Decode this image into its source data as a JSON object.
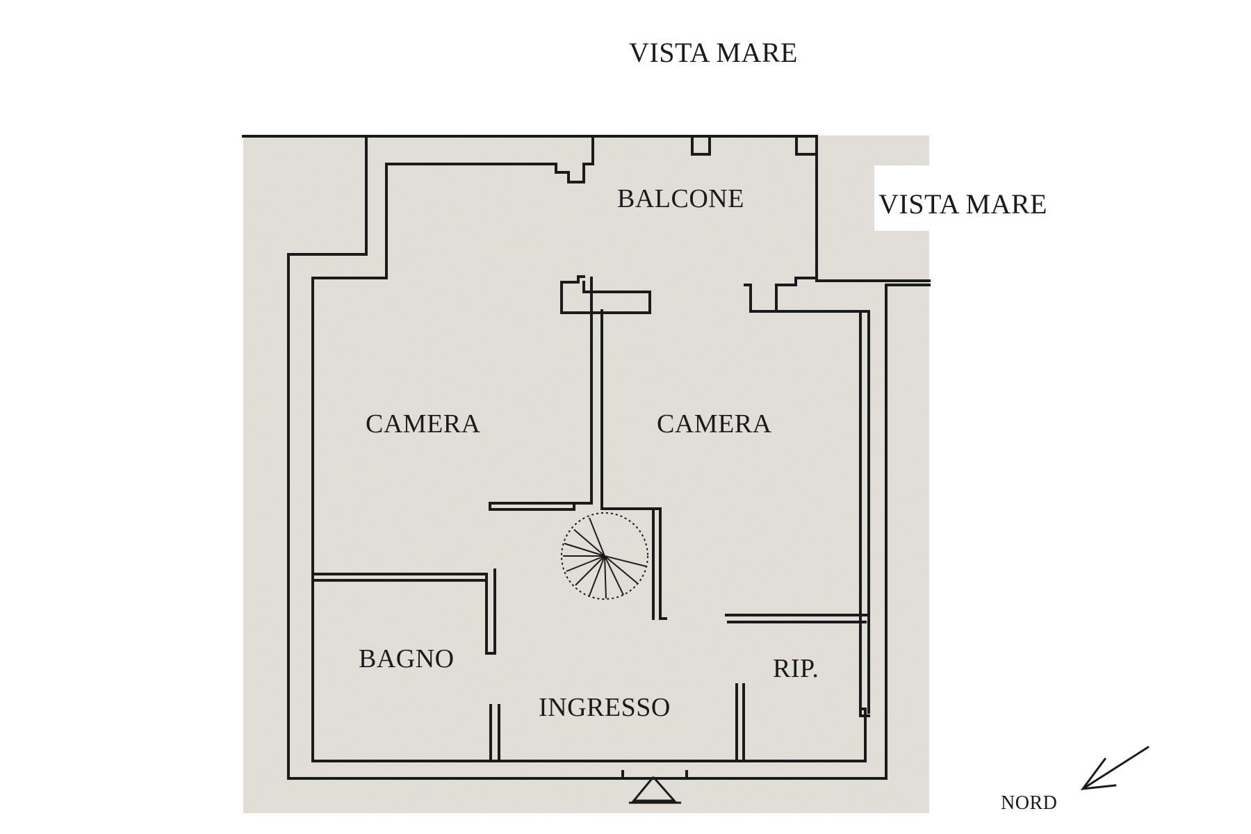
{
  "labels": {
    "view_top": "VISTA MARE",
    "view_right": "VISTA MARE",
    "north": "NORD"
  },
  "rooms": {
    "balcone": "BALCONE",
    "camera_left": "CAMERA",
    "camera_right": "CAMERA",
    "bagno": "BAGNO",
    "ingresso": "INGRESSO",
    "ripostiglio": "RIP."
  },
  "colors": {
    "paper": "#e6e3dd",
    "wall": "#1a1a1a",
    "background": "#ffffff"
  },
  "icons": {
    "north_arrow": "arrow-southwest-icon",
    "staircase": "spiral-staircase-icon"
  }
}
